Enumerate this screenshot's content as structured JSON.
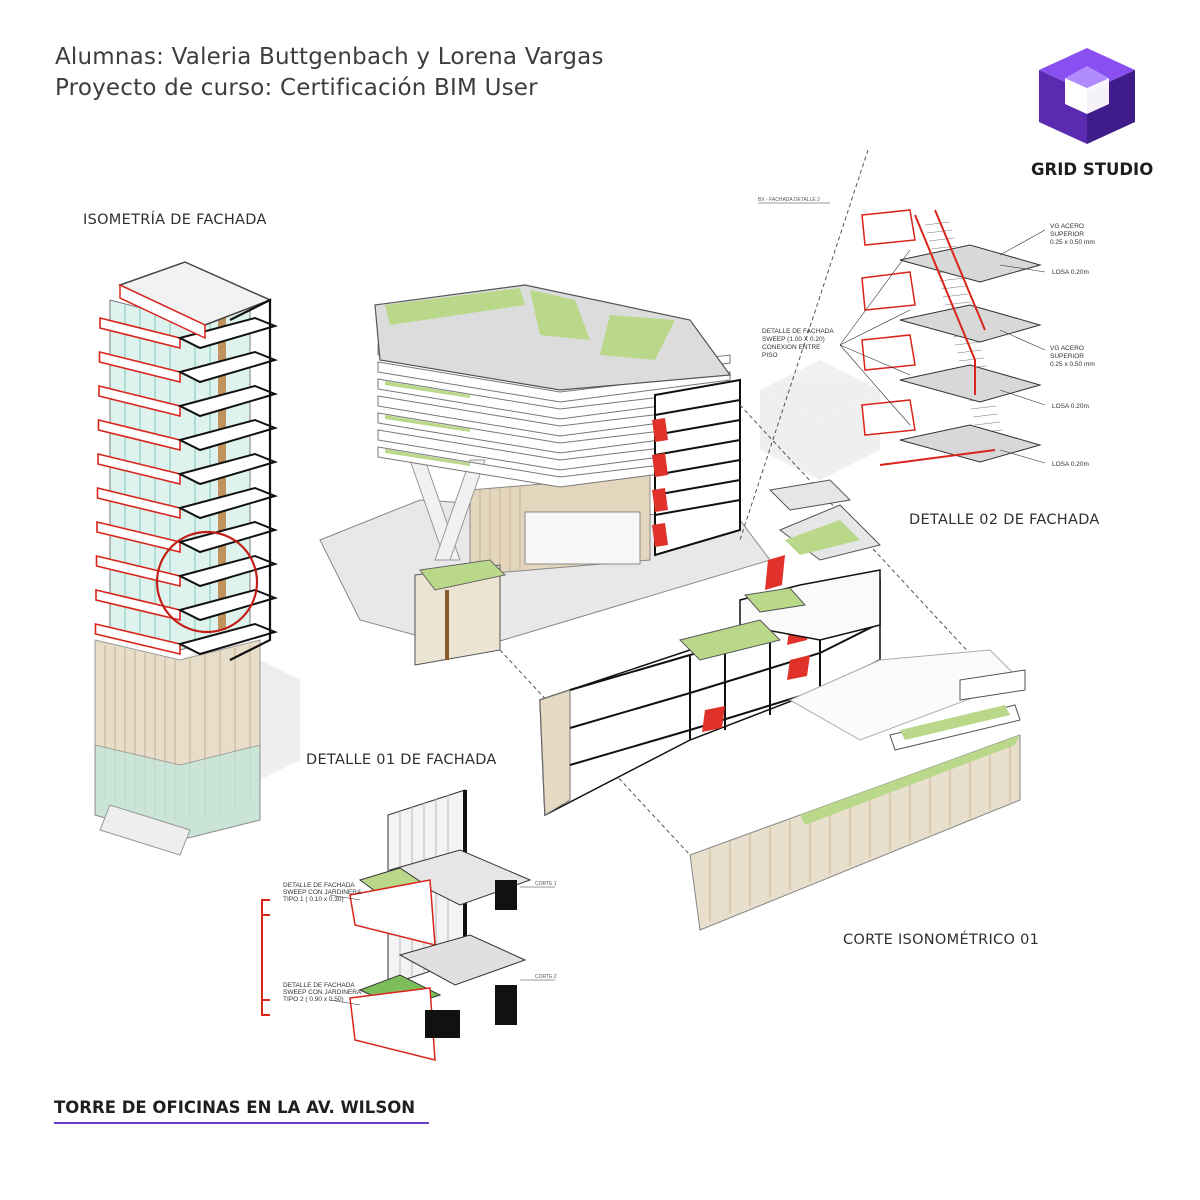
{
  "header": {
    "students": "Alumnas: Valeria Buttgenbach y Lorena Vargas",
    "course": "Proyecto de curso: Certificación BIM User"
  },
  "logo": {
    "name": "GRID STUDIO",
    "icon": "grid-studio-cube-logo",
    "color": "#6a3ccc"
  },
  "labels": {
    "isometria": "ISOMETRÍA DE FACHADA",
    "detalle01": "DETALLE 01 DE FACHADA",
    "detalle02": "DETALLE 02 DE FACHADA",
    "corte": "CORTE ISONOMÉTRICO 01"
  },
  "detalle02_annotations": {
    "sheet_title": "BX - FACHADA DETALLE 2",
    "vg1": [
      "VG ACERO",
      "SUPERIOR",
      "0.25 x 0.50 mm"
    ],
    "losa1": "LOSA  0.20m",
    "sweep": [
      "DETALLE DE FACHADA",
      "SWEEP (1.00 X 0.20)",
      "CONEXION ENTRE",
      "PISO"
    ],
    "vg2": [
      "VG ACERO",
      "SUPERIOR",
      "0.25 x 0.50 mm"
    ],
    "losa2": "LOSA  0.20m",
    "losa3": "LOSA  0.20m"
  },
  "detalle01_annotations": {
    "tipo1": [
      "DETALLE DE FACHADA",
      "SWEEP CON JARDINERA",
      "TIPO 1 ( 0.10 x 0.30)"
    ],
    "tipo2": [
      "DETALLE DE FACHADA",
      "SWEEP CON JARDINERA",
      "TIPO 2 ( 0.90 x 0.50)"
    ],
    "corte1": "CORTE 1",
    "corte2": "CORTE 2"
  },
  "watermark": "GRID STUDIO",
  "footer": {
    "title": "TORRE DE OFICINAS EN LA AV. WILSON"
  },
  "colors": {
    "accent": "#6a3ccc",
    "red": "#d9251c",
    "green": "#b9d88a",
    "glass": "#a9e0d3",
    "wood": "#d8cbb2"
  }
}
